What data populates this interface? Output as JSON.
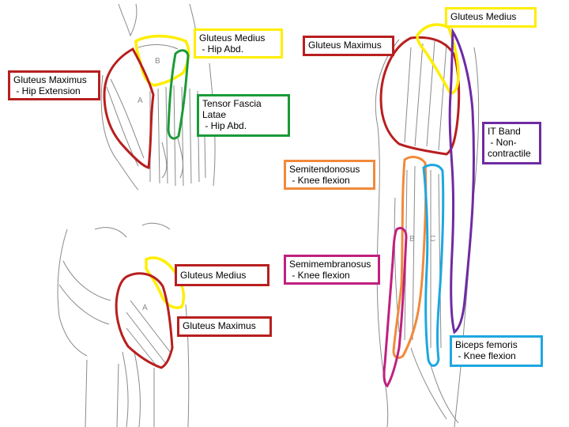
{
  "colors": {
    "yellow": "#ffee00",
    "red": "#b81f1f",
    "green": "#1b9a3a",
    "orange": "#f08a3c",
    "blue": "#1ea7e0",
    "magenta": "#c0207f",
    "purple": "#6e2ba3",
    "sketch": "#8a8a8a"
  },
  "labels": {
    "gmed_top_right": {
      "title": "Gluteus Medius"
    },
    "gmed_hip": {
      "title": "Gluteus Medius",
      "sub": " - Hip Abd."
    },
    "gmax_top_mid": {
      "title": "Gluteus Maximus"
    },
    "gmax_hip": {
      "title": "Gluteus Maximus",
      "sub": " - Hip Extension"
    },
    "tfl": {
      "title": "Tensor Fascia",
      "title2": "Latae",
      "sub": " - Hip Abd."
    },
    "itband": {
      "title": "IT Band",
      "sub": " - Non-",
      "sub2": "contractile"
    },
    "semitend": {
      "title": "Semitendonosus",
      "sub": " - Knee flexion"
    },
    "gmed_lower": {
      "title": "Gluteus Medius"
    },
    "semimemb": {
      "title": "Semimembranosus",
      "sub": " - Knee flexion"
    },
    "gmax_lower": {
      "title": "Gluteus Maximus"
    },
    "biceps": {
      "title": "Biceps femoris",
      "sub": " - Knee flexion"
    }
  },
  "figure_letters": {
    "top_glute_med": "B",
    "top_glute_max": "A",
    "bottom_glute_max": "A",
    "hamstring_b": "B",
    "hamstring_c": "C"
  }
}
